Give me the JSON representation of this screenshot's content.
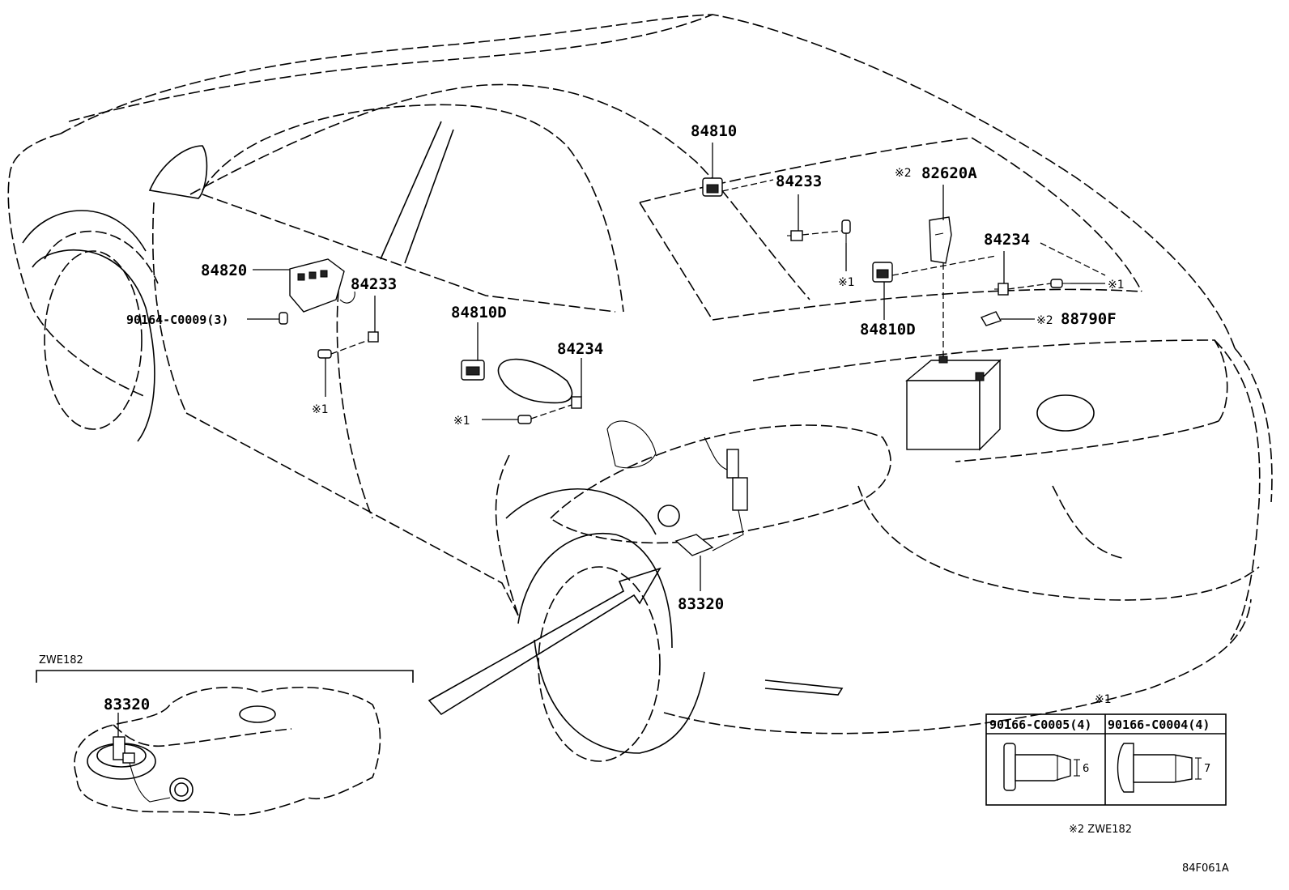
{
  "diagram_code": "84F061A",
  "labels": {
    "p84810": "84810",
    "p84233_top": "84233",
    "p82620A": "82620A",
    "p82620A_mark": "※2",
    "p84234_right": "84234",
    "p84233_right_mark": "※1",
    "p84234_right_mark": "※1",
    "p84810D_right": "84810D",
    "p88790F": "88790F",
    "p88790F_mark": "※2",
    "p84820": "84820",
    "p90164": "90164-C0009(3)",
    "p84233_left": "84233",
    "p84233_left_mark": "※1",
    "p84810D_left": "84810D",
    "p84234_left": "84234",
    "p84234_left_mark": "※1",
    "p83320_main": "83320"
  },
  "inset_tank": {
    "title": "ZWE182",
    "part": "83320"
  },
  "fastener_table": {
    "mark": "※1",
    "columns": [
      {
        "part": "90166-C0005(4)",
        "dimension": "6"
      },
      {
        "part": "90166-C0004(4)",
        "dimension": "7"
      }
    ],
    "footnote": "※2 ZWE182"
  }
}
